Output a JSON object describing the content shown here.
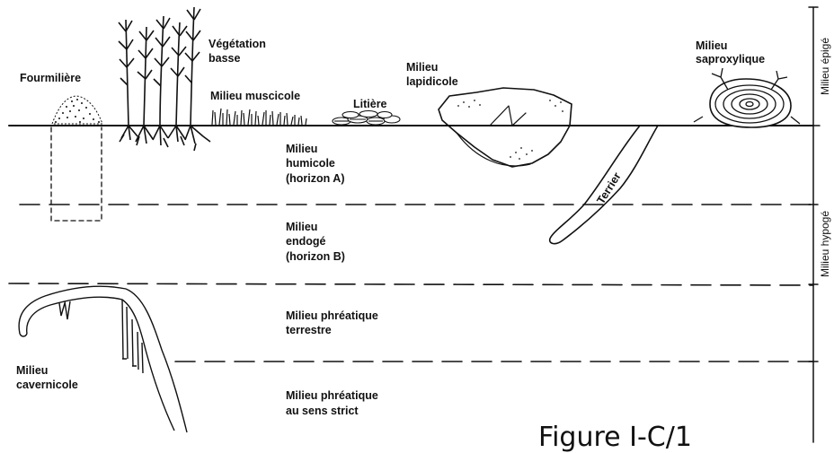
{
  "labels": {
    "fourmiliere": "Fourmilière",
    "vegetation_line1": "Végétation",
    "vegetation_line2": "basse",
    "muscicole": "Milieu muscicole",
    "litiere": "Litière",
    "lapidicole_line1": "Milieu",
    "lapidicole_line2": "lapidicole",
    "saproxylique_line1": "Milieu",
    "saproxylique_line2": "saproxylique",
    "humicole_line1": "Milieu",
    "humicole_line2": "humicole",
    "humicole_line3": "(horizon A)",
    "endoge_line1": "Milieu",
    "endoge_line2": "endogé",
    "endoge_line3": "(horizon B)",
    "phreatique_terrestre_line1": "Milieu phréatique",
    "phreatique_terrestre_line2": "terrestre",
    "phreatique_strict_line1": "Milieu phréatique",
    "phreatique_strict_line2": "au sens strict",
    "cavernicole_line1": "Milieu",
    "cavernicole_line2": "cavernicole",
    "terrier": "Terrier"
  },
  "side_labels": {
    "epige": "Milieu épigé",
    "hypoge": "Milieu hypogé"
  },
  "figure_caption": "Figure I-C/1"
}
